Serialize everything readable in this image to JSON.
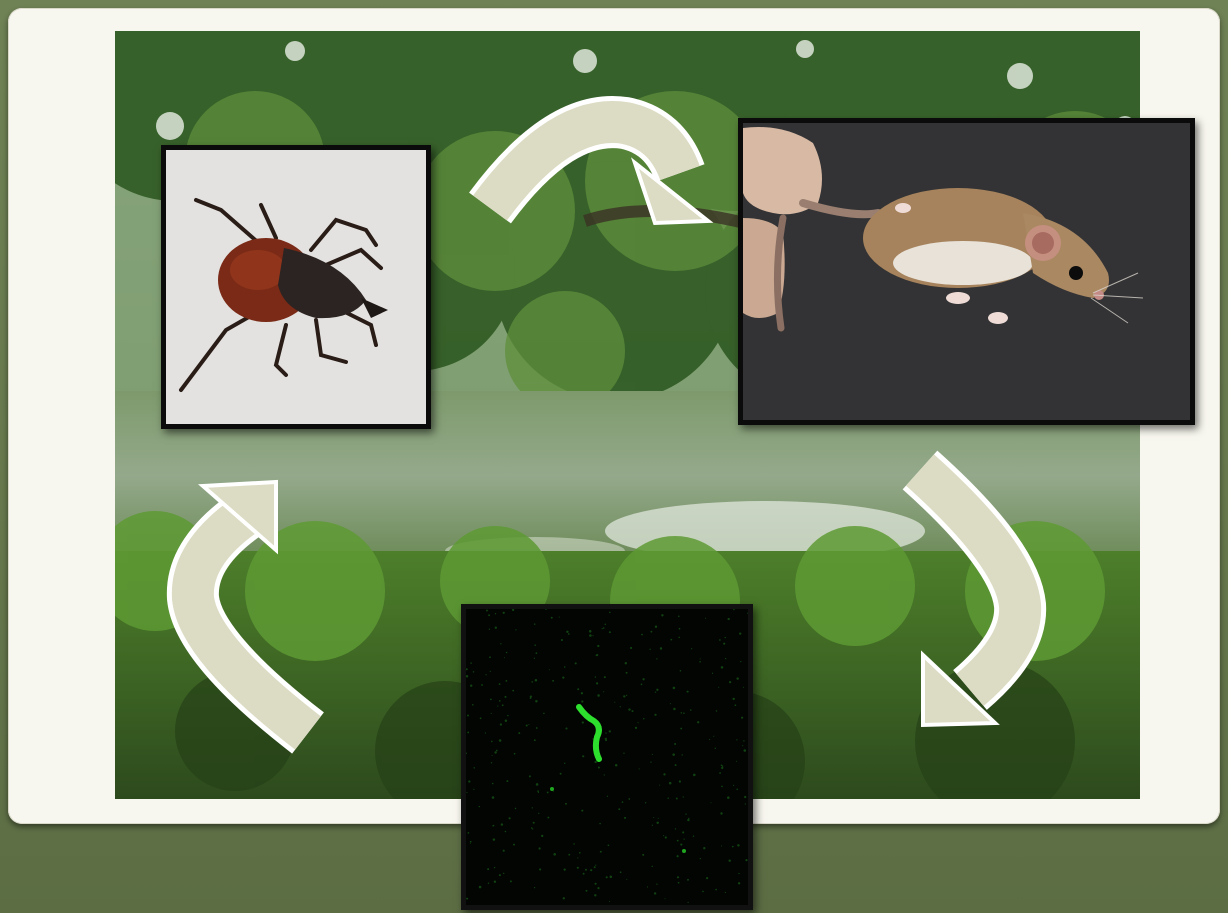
{
  "diagram": {
    "kind": "transmission-cycle",
    "stages": [
      {
        "name": "tick",
        "icon": "tick-photo"
      },
      {
        "name": "mouse",
        "icon": "mouse-photo"
      },
      {
        "name": "bacterium",
        "icon": "spirochete-micrograph"
      }
    ],
    "arrows": [
      {
        "from": "tick",
        "to": "mouse"
      },
      {
        "from": "mouse",
        "to": "bacterium"
      },
      {
        "from": "bacterium",
        "to": "tick"
      }
    ],
    "background": "forest-pond-photo"
  },
  "colors": {
    "arrow_fill": "#dcdbc3",
    "arrow_outline": "#ffffff",
    "card": "#f8f7ef",
    "outer_background": "#6a7c50",
    "spirochete_green": "#2ee02e"
  }
}
